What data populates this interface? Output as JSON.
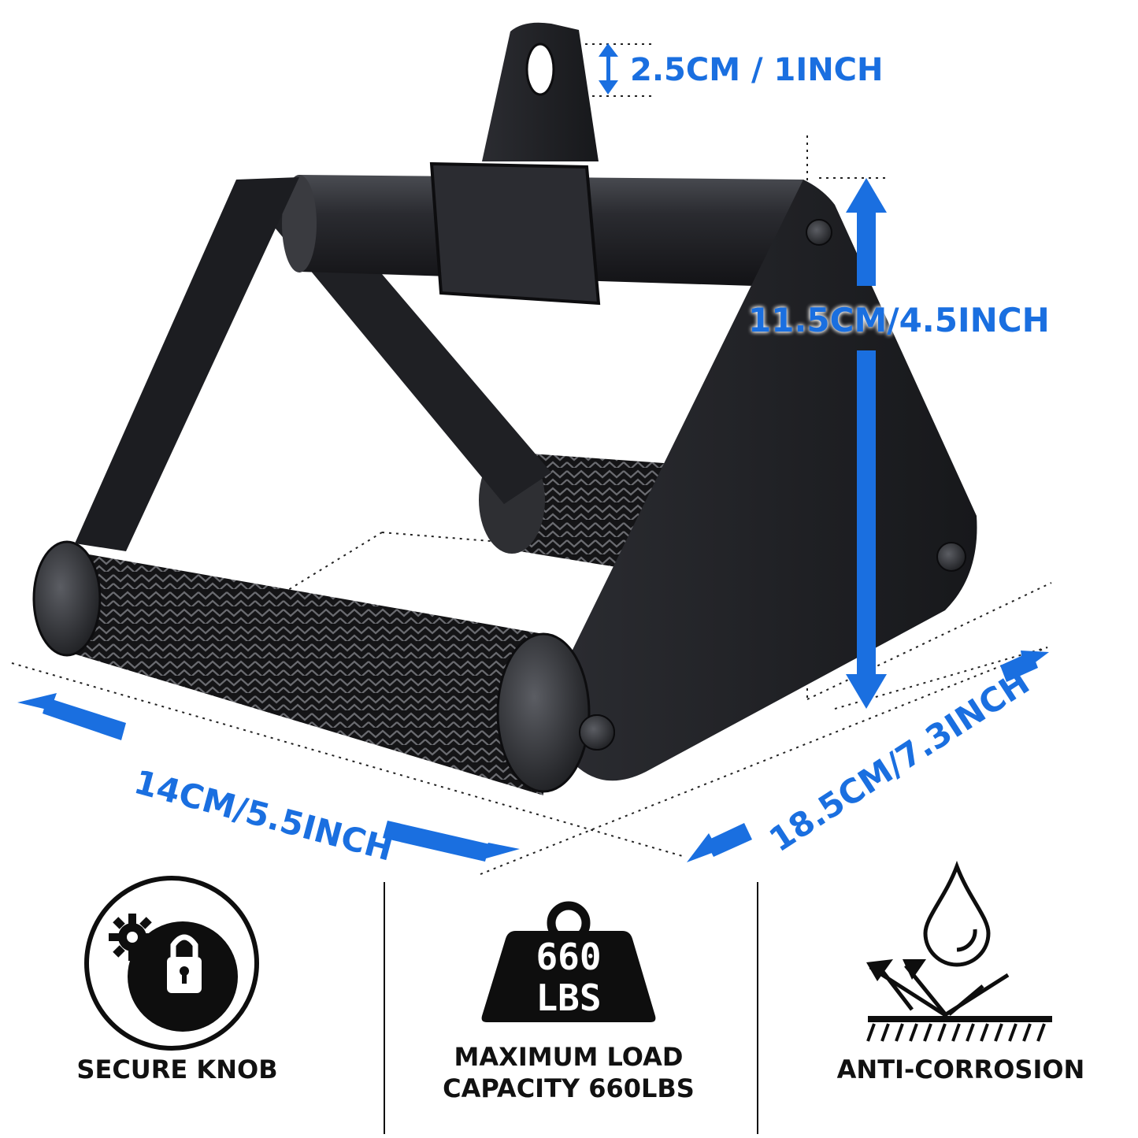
{
  "colors": {
    "accent": "#1a6fe0",
    "product": "#1c1d20",
    "text": "#111111"
  },
  "dimensions": {
    "hole": "2.5CM / 1INCH",
    "height": "11.5CM/4.5INCH",
    "width": "14CM/5.5INCH",
    "depth": "18.5CM/7.3INCH"
  },
  "features": [
    {
      "icon": "gear-lock-icon",
      "label": "SECURE KNOB"
    },
    {
      "icon": "weight-icon",
      "weight_line1": "660",
      "weight_line2": "LBS",
      "label_line1": "MAXIMUM LOAD",
      "label_line2": "CAPACITY 660LBS"
    },
    {
      "icon": "water-drop-icon",
      "label": "ANTI-CORROSION"
    }
  ]
}
